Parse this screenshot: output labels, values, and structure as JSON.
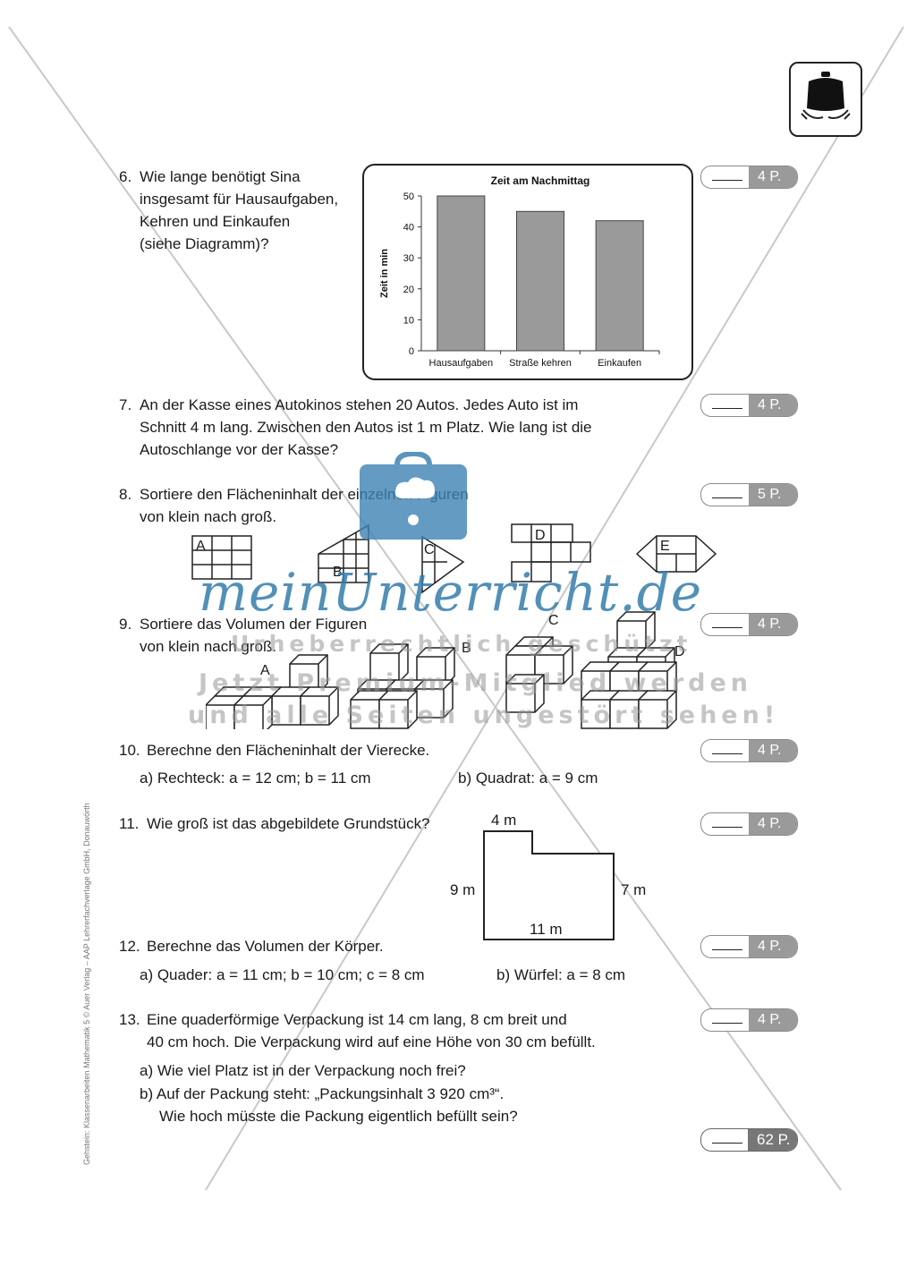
{
  "header_icon": "weight-scale-icon",
  "q6": {
    "num": "6.",
    "lines": [
      "Wie lange benötigt Sina",
      "insgesamt für Hausaufgaben,",
      "Kehren und Einkaufen",
      "(siehe Diagramm)?"
    ],
    "points": "4 P."
  },
  "chart_data": {
    "type": "bar",
    "title": "Zeit am Nachmittag",
    "ylabel": "Zeit in min",
    "xlabel": "",
    "categories": [
      "Hausaufgaben",
      "Straße kehren",
      "Einkaufen"
    ],
    "values": [
      50,
      45,
      42
    ],
    "ylim": [
      0,
      50
    ],
    "yticks": [
      "0",
      "10",
      "20",
      "30",
      "40",
      "50"
    ],
    "bar_color": "#9a9a9a",
    "grid": false
  },
  "q7": {
    "num": "7.",
    "lines": [
      "An der Kasse eines Autokinos stehen 20 Autos. Jedes Auto ist im",
      "Schnitt 4 m lang. Zwischen den Autos ist 1 m Platz. Wie lang ist die",
      "Autoschlange vor der Kasse?"
    ],
    "points": "4 P."
  },
  "q8": {
    "num": "8.",
    "lines": [
      "Sortiere den Flächeninhalt der einzelnen Figuren",
      "von klein nach groß."
    ],
    "points": "5 P.",
    "labels": [
      "A",
      "B",
      "C",
      "D",
      "E"
    ]
  },
  "q9": {
    "num": "9.",
    "lines": [
      "Sortiere das Volumen der Figuren",
      "von klein nach groß."
    ],
    "points": "4 P.",
    "labels": [
      "A",
      "B",
      "C",
      "D"
    ]
  },
  "q10": {
    "num": "10.",
    "line": "Berechne den Flächeninhalt der Vierecke.",
    "a": "a) Rechteck: a = 12 cm; b = 11 cm",
    "b": "b) Quadrat: a = 9 cm",
    "points": "4 P."
  },
  "q11": {
    "num": "11.",
    "line": "Wie groß ist das abgebildete Grundstück?",
    "dims": {
      "top": "4 m",
      "left": "9 m",
      "right": "7 m",
      "bottom": "11 m"
    },
    "points": "4 P."
  },
  "q12": {
    "num": "12.",
    "line": "Berechne das Volumen der Körper.",
    "a": "a) Quader: a = 11 cm; b = 10 cm; c = 8 cm",
    "b": "b) Würfel: a = 8 cm",
    "points": "4 P."
  },
  "q13": {
    "num": "13.",
    "lines": [
      "Eine quaderförmige Verpackung ist 14 cm lang, 8 cm breit und",
      "40 cm hoch. Die Verpackung wird auf eine Höhe von 30 cm befüllt."
    ],
    "a": "a) Wie viel Platz ist in der Verpackung noch frei?",
    "b1": "b) Auf der Packung steht: „Packungsinhalt 3 920 cm³“.",
    "b2": "Wie hoch müsste die Packung eigentlich befüllt sein?",
    "points": "4 P."
  },
  "total_points": "62 P.",
  "watermark": {
    "logo": "meinUnterricht.de",
    "line1": "Urheberrechtlich geschützt",
    "line2": "Jetzt Premium-Mitglied werden",
    "line3": "und alle Seiten ungestört sehen!"
  },
  "footer_side": "Gehstein: Klassenarbeiten Mathematik 5 © Auer Verlag – AAP Lehrerfachverlage GmbH, Donauwörth"
}
